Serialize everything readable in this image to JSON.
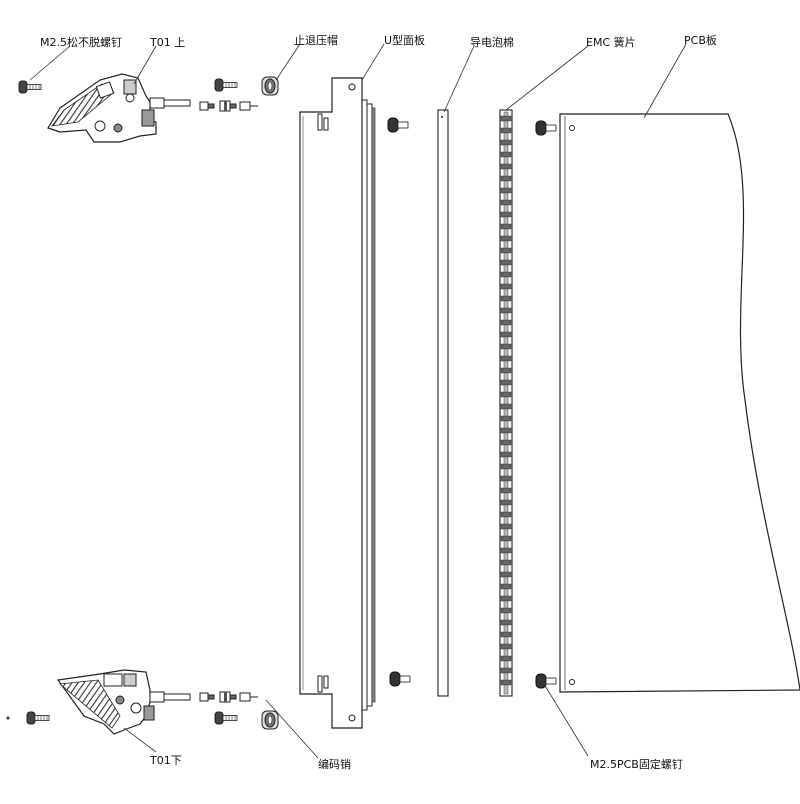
{
  "labels": {
    "m25_captive_screw": "M2.5松不脱螺钉",
    "t01_upper": "T01 上",
    "stop_cap": "止退压帽",
    "u_panel": "U型面板",
    "conductive_foam": "导电泡棉",
    "emc_spring": "EMC 簧片",
    "pcb_board": "PCB板",
    "t01_lower": "T01下",
    "coding_pin": "编码销",
    "m25_pcb_screw": "M2.5PCB固定螺钉"
  },
  "colors": {
    "line": "#222222",
    "hatch": "#333333",
    "dark_part": "#555555",
    "background": "#ffffff"
  },
  "icons": [
    "screw-icon",
    "ejector-handle-icon",
    "stop-cap-icon",
    "coding-pin-icon"
  ]
}
